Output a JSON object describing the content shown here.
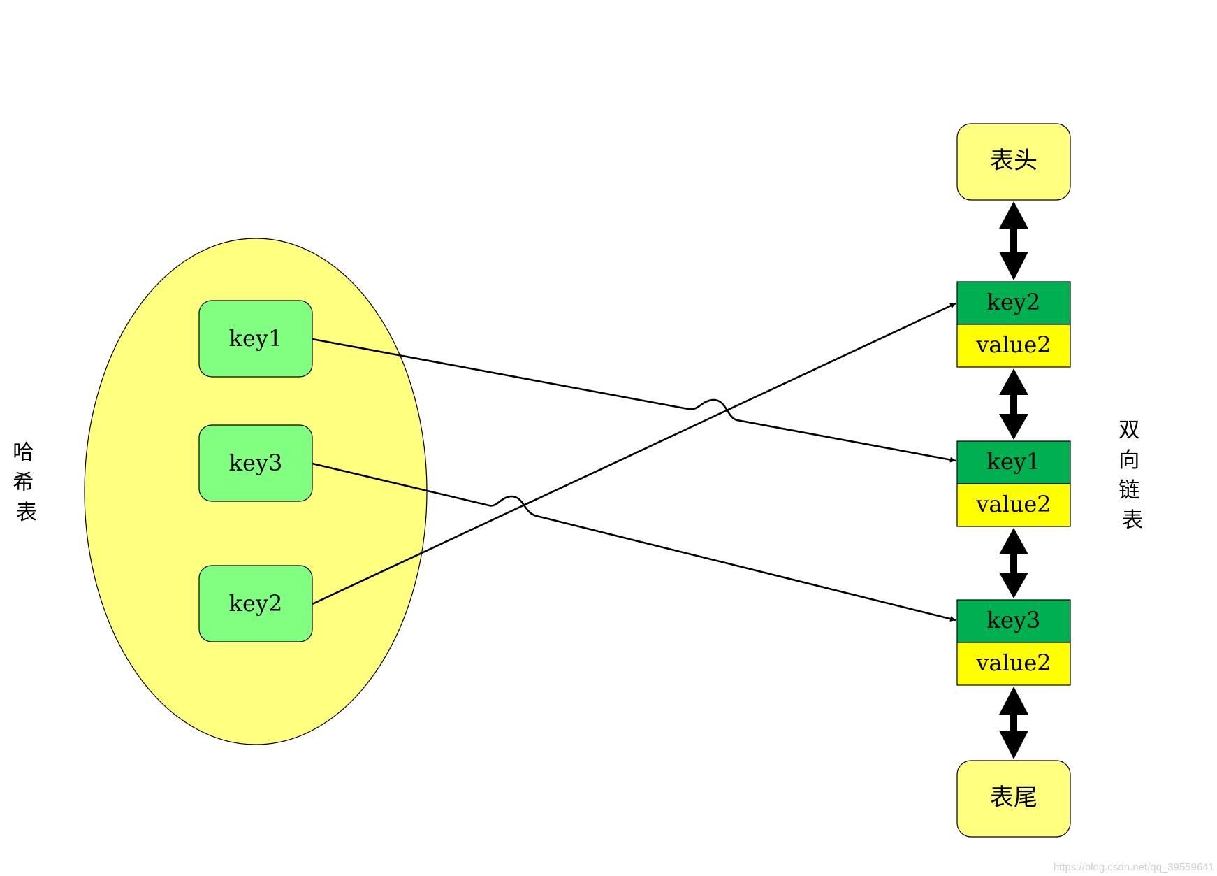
{
  "hash_table": {
    "label": "哈希表",
    "keys": [
      "key1",
      "key3",
      "key2"
    ]
  },
  "linked_list": {
    "label": "双向链表",
    "head": "表头",
    "tail": "表尾",
    "nodes": [
      {
        "key": "key2",
        "value": "value2"
      },
      {
        "key": "key1",
        "value": "value2"
      },
      {
        "key": "key3",
        "value": "value2"
      }
    ]
  },
  "watermark": "https://blog.csdn.net/qq_39559641",
  "colors": {
    "hash_ellipse": "#ffff80",
    "key_box": "#80ff80",
    "node_key": "#00b050",
    "node_value": "#ffff00",
    "head_tail": "#ffff80"
  }
}
